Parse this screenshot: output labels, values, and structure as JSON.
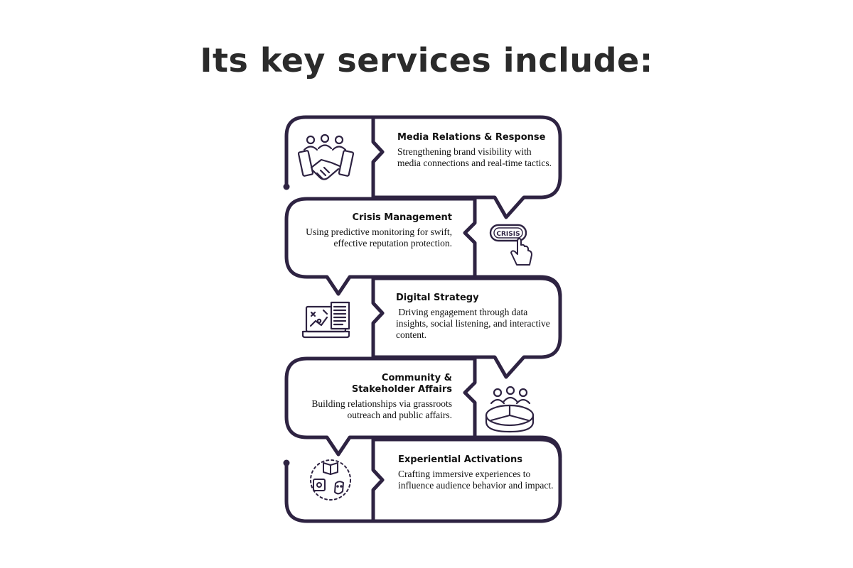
{
  "heading": "Its key services include:",
  "theme": {
    "stroke": "#2e2342",
    "text": "#111111",
    "title": "#2b2b2b"
  },
  "services": [
    {
      "title": "Media Relations & Response",
      "description": "Strengthening brand visibility with media connections and real-time tactics.",
      "icon": "handshake-team-icon"
    },
    {
      "title": "Crisis Management",
      "description": "Using predictive monitoring for swift, effective reputation protection.",
      "icon": "crisis-button-icon",
      "icon_label": "CRISIS"
    },
    {
      "title": "Digital Strategy",
      "description": " Driving engagement through data insights, social listening, and interactive content.",
      "icon": "laptop-analytics-icon"
    },
    {
      "title_lines": [
        "Community &",
        "Stakeholder Affairs"
      ],
      "description": "Building relationships via grassroots outreach and public affairs.",
      "icon": "community-table-icon"
    },
    {
      "title": "Experiential Activations",
      "description": "Crafting immersive experiences to influence audience behavior and impact.",
      "icon": "experience-cycle-icon"
    }
  ]
}
